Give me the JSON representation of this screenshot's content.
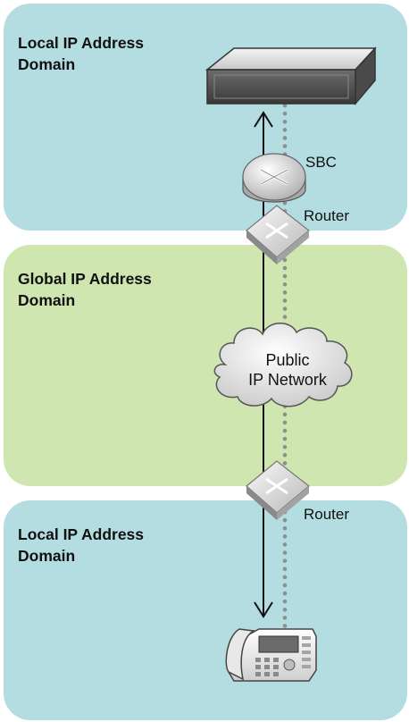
{
  "domains": {
    "top": {
      "line1": "Local IP Address",
      "line2": "Domain"
    },
    "middle": {
      "line1": "Global IP Address",
      "line2": "Domain"
    },
    "bottom": {
      "line1": "Local IP Address",
      "line2": "Domain"
    }
  },
  "labels": {
    "sbc": "SBC",
    "router_top": "Router",
    "router_bottom": "Router",
    "cloud_line1": "Public",
    "cloud_line2": "IP Network"
  },
  "colors": {
    "local_domain": "#b3dde1",
    "global_domain": "#cfe6b0"
  },
  "icons": [
    "server-appliance-icon",
    "router-icon",
    "switch-icon",
    "cloud-icon",
    "ip-phone-icon"
  ]
}
